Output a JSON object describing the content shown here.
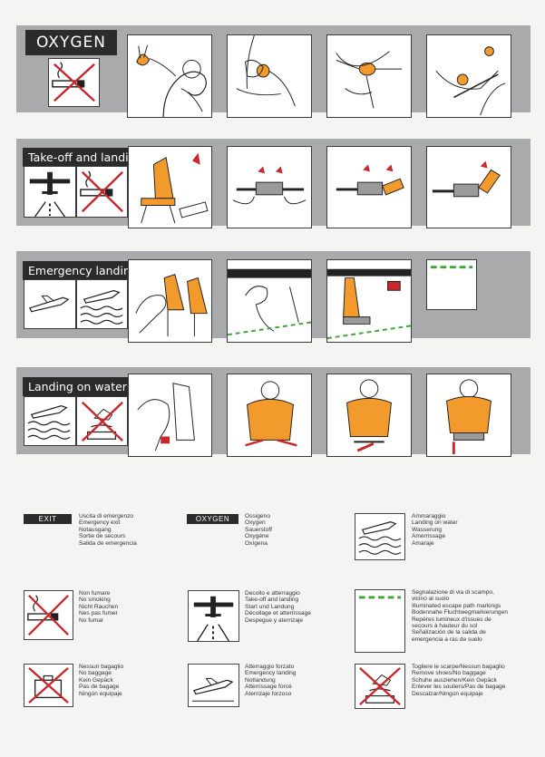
{
  "bands": {
    "oxygen": {
      "title": "OXYGEN"
    },
    "takeoff": {
      "title": "Take-off and landing"
    },
    "emergency": {
      "title": "Emergency landing"
    },
    "water": {
      "title": "Landing on water"
    }
  },
  "legend": {
    "exit": {
      "tag": "EXIT",
      "text": "Uscita di emergenzo\nEmergency exit\nNotausgang\nSortie de secours\nSalida de emergencia"
    },
    "oxygen": {
      "tag": "OXYGEN",
      "text": "Ossigeno\nOxygen\nSauerstoff\nOxygène\nOxígena"
    },
    "water": {
      "text": "Ammaraggio\nLanding on water\nWasserung\nAmerrissage\nAmaraje"
    },
    "nosmoking": {
      "text": "Non fumare\nNo smoking\nNicht Rauchen\nNes pas fumer\nNo fumar"
    },
    "takeoff": {
      "text": "Decollo e atterraggio\nTake-off and landing\nStart und Landung\nDécollage et atterrissage\nDespegue y aterrizaje"
    },
    "escape": {
      "text": "Segnalazione di via di scampo,\nvicino al suolo\nIlluminated escape path markings\nBodennahe Fluchtwegmarkierungen\nRepères lumineux d'issues de\nsecours à hauteur du sol\nSeñalización de la salida de\nemergencia a ras de suelo"
    },
    "baggage": {
      "text": "Nessun bagaglio\nNo baggage\nKein Gepäck\nPas de bagage\nNingún equipaje"
    },
    "emergency": {
      "text": "Atterraggio forzato\nEmergency landing\nNotlandung\nAtterrissage forcé\nAterrizaje forzoso"
    },
    "shoes": {
      "text": "Togliere le scarpe/Nessun bagaglio\nRemove shoes/No baggage\nSchuhe ausziehen/Kein Gepäck\nEnlever les souliers/Pas de bagage\nDescalzar/Ningún equipaje"
    }
  },
  "colors": {
    "orange": "#f39a2c",
    "band": "#a9aaac",
    "red": "#c8282c",
    "green": "#3fa536",
    "dark": "#2b2b2b"
  }
}
